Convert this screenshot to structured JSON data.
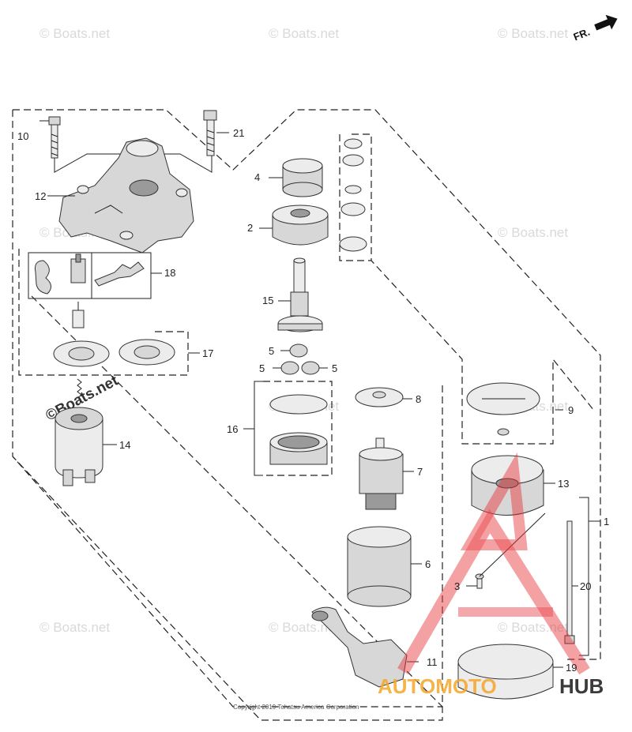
{
  "orientation_label": "FR.",
  "watermark_text": "© Boats.net",
  "watermark_text_large": "©Boats.net",
  "copyright": "Copyright 2019 Tohatsu America Corporation",
  "brand": {
    "part1": "AUTOMOTO",
    "part2": "HUB",
    "color_primary": "#f4a62a",
    "color_dark": "#1a1a1a",
    "logo_red": "#e8343a"
  },
  "callouts": {
    "c1": "1",
    "c2": "2",
    "c3": "3",
    "c4": "4",
    "c5a": "5",
    "c5b": "5",
    "c5c": "5",
    "c6": "6",
    "c7": "7",
    "c8": "8",
    "c9": "9",
    "c10": "10",
    "c11": "11",
    "c12": "12",
    "c13": "13",
    "c14": "14",
    "c15": "15",
    "c16": "16",
    "c17": "17",
    "c18": "18",
    "c19": "19",
    "c20": "20",
    "c21": "21"
  }
}
